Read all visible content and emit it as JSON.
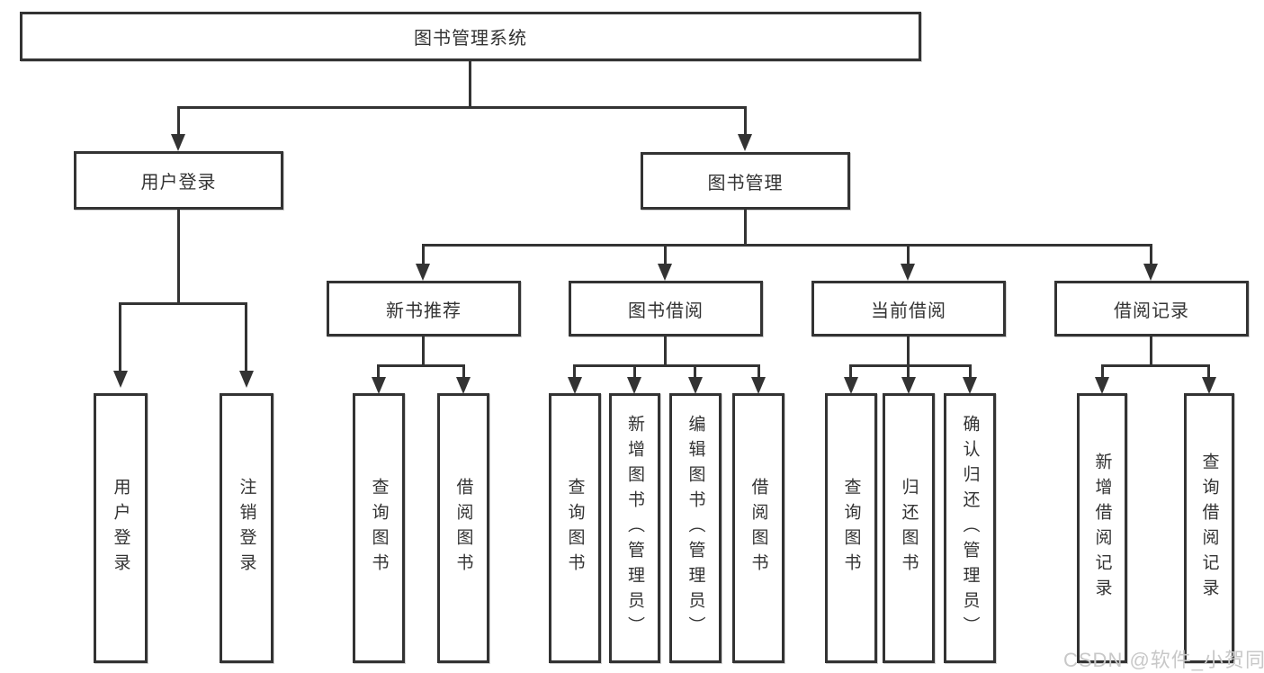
{
  "diagram": {
    "root": {
      "label": "图书管理系统"
    },
    "level2": [
      {
        "label": "用户登录"
      },
      {
        "label": "图书管理"
      }
    ],
    "level3": [
      {
        "label": "新书推荐"
      },
      {
        "label": "图书借阅"
      },
      {
        "label": "当前借阅"
      },
      {
        "label": "借阅记录"
      }
    ],
    "leaves": {
      "user_login": [
        "用户登录",
        "注销登录"
      ],
      "new_book": [
        "查询图书",
        "借阅图书"
      ],
      "borrow": [
        "查询图书",
        "新增图书（管理员）",
        "编辑图书（管理员）",
        "借阅图书"
      ],
      "current": [
        "查询图书",
        "归还图书",
        "确认归还（管理员）"
      ],
      "records": [
        "新增借阅记录",
        "查询借阅记录"
      ]
    },
    "watermark": "CSDN @软件_小贺同学",
    "colors": {
      "line": "#333333",
      "text": "#333333",
      "watermark": "#c8c8c8",
      "background": "#ffffff"
    }
  }
}
